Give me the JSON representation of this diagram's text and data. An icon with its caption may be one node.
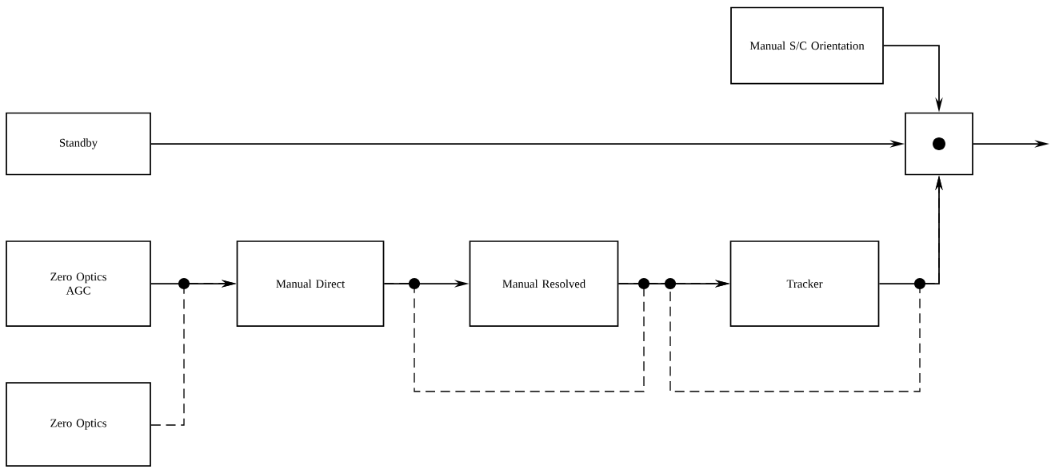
{
  "diagram": {
    "nodes": [
      {
        "text": [
          "Manual S/C Orientation"
        ]
      },
      {
        "text": [
          "Standby"
        ]
      },
      {
        "text": [],
        "shape": "box"
      },
      {
        "text": [
          "Zero Optics AGC"
        ]
      },
      {
        "text": [
          "Manual Direct"
        ]
      },
      {
        "text": [
          "Manual Resolved"
        ]
      },
      {
        "text": [
          "Tracker"
        ]
      },
      {
        "text": [
          "Zero Optics"
        ]
      }
    ],
    "edges": [
      {
        "from": 0,
        "to": 2,
        "arrow": "to"
      },
      {
        "from": 1,
        "to": 2,
        "arrow": "to"
      },
      {
        "from": 2,
        "to": null,
        "arrow": "to"
      },
      {
        "from": 3,
        "to": 4,
        "arrow": "to"
      },
      {
        "from": 4,
        "to": 5,
        "arrow": "to"
      },
      {
        "from": 5,
        "to": 6,
        "arrow": "to"
      },
      {
        "from": 6,
        "to": 2,
        "arrow": "to"
      },
      {
        "from": 7,
        "to": 4,
        "arrow": "to",
        "style": "dashed"
      },
      {
        "from": 4,
        "to": 6,
        "arrow": "to",
        "style": "dashed"
      },
      {
        "from": 5,
        "to": 2,
        "arrow": "to",
        "style": "dashed"
      }
    ]
  }
}
